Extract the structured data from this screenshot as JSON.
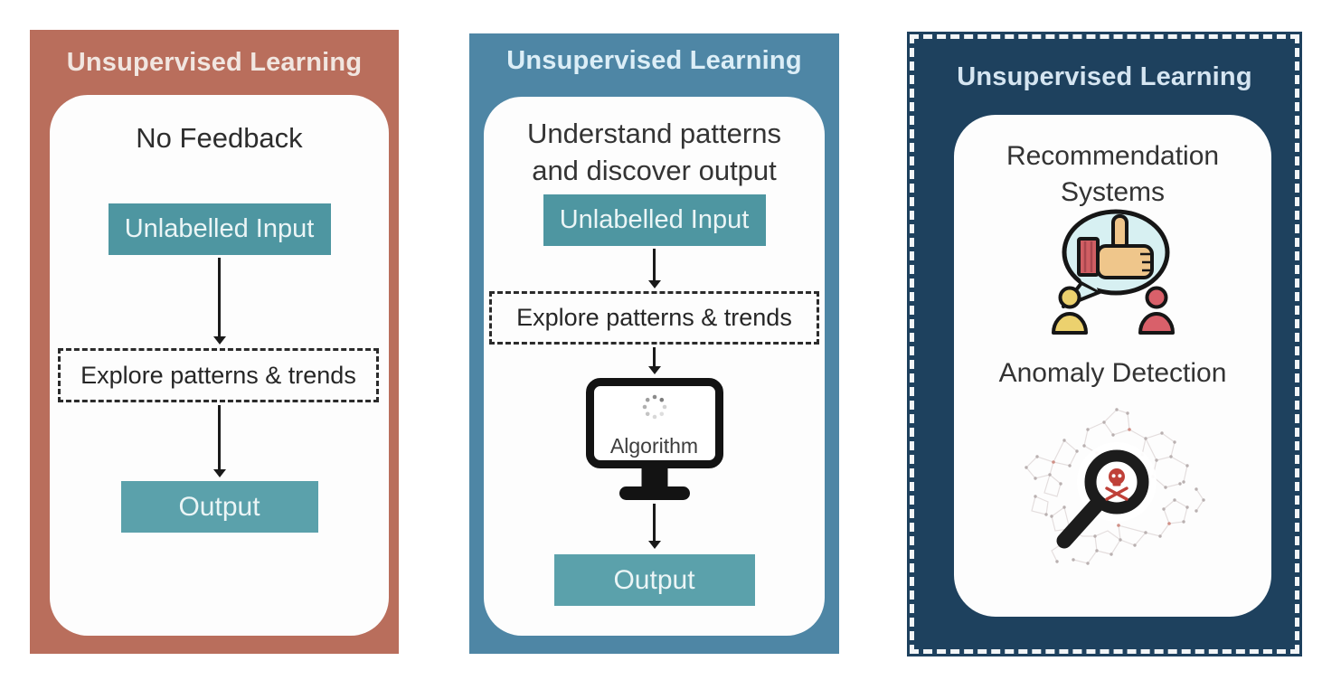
{
  "panels": {
    "left": {
      "background": "#b96e5c",
      "title": "Unsupervised Learning",
      "feedback_note": "No Feedback",
      "input_label": "Unlabelled Input",
      "process_label": "Explore patterns & trends",
      "output_label": "Output"
    },
    "middle": {
      "background": "#4e86a5",
      "title": "Unsupervised Learning",
      "description": "Understand patterns and discover output",
      "input_label": "Unlabelled Input",
      "process_label": "Explore patterns & trends",
      "algorithm_label": "Algorithm",
      "output_label": "Output"
    },
    "right": {
      "background": "#1e415e",
      "title": "Unsupervised Learning",
      "use_cases": [
        "Recommendation Systems",
        "Anomaly Detection"
      ]
    }
  },
  "colors": {
    "input_box_teal": "#4e96a1",
    "output_box_teal": "#5ba1ab",
    "card_background": "#fdfdfd",
    "dark_text": "#2d2d2d",
    "dashed_frame_white": "#f2f5f7",
    "arrow_black": "#1a1a1a"
  }
}
